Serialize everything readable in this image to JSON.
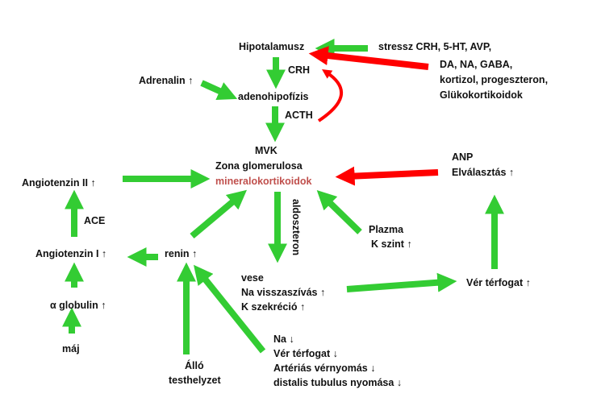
{
  "colors": {
    "stimulate": "#33cc33",
    "inhibit": "#ff0000",
    "highlight": "#c0504d",
    "text": "#111111"
  },
  "nodes": {
    "hipotalamusz": "Hipotalamusz",
    "crh": "CRH",
    "adrenalin": "Adrenalin ↑",
    "adenohipofizis": "adenohipofízis",
    "acth": "ACTH",
    "stressz": "stressz CRH, 5-HT, AVP,",
    "inhibitors": [
      "DA, NA, GABA,",
      "kortizol, progeszteron,",
      "Glükokortikoidok"
    ],
    "mvk": "MVK",
    "zona": "Zona glomerulosa",
    "mineralokortikoidok": "mineralokortikoidok",
    "angiotenzin2": "Angiotenzin II ↑",
    "ace": "ACE",
    "angiotenzin1": "Angiotenzin I ↑",
    "renin": "renin ↑",
    "aldoszteron": "aldoszteron",
    "anp": "ANP",
    "elvalasztas": "Elválasztás ↑",
    "plazma": "Plazma",
    "kszint": "K szint ↑",
    "vese": [
      "vese",
      "Na visszaszívás ↑",
      "K szekréció ↑"
    ],
    "verterfogat": "Vér térfogat ↑",
    "globulin": "α globulin ↑",
    "maj": "máj",
    "allo": [
      "Álló",
      "testhelyzet"
    ],
    "stimuli": [
      "Na ↓",
      "Vér térfogat ↓",
      "Artériás vérnyomás ↓",
      "distalis tubulus nyomása ↓"
    ]
  },
  "edges": [
    {
      "from": "stressz",
      "to": "hipotalamusz",
      "type": "stimulate"
    },
    {
      "from": "inhibitors",
      "to": "hipotalamusz",
      "type": "inhibit"
    },
    {
      "from": "hipotalamusz",
      "to": "adenohipofizis",
      "label": "CRH",
      "type": "stimulate"
    },
    {
      "from": "adrenalin",
      "to": "adenohipofizis",
      "type": "stimulate"
    },
    {
      "from": "adenohipofizis",
      "to": "mvk",
      "label": "ACTH",
      "type": "stimulate"
    },
    {
      "from": "acth",
      "to": "crh",
      "type": "inhibit"
    },
    {
      "from": "angiotenzin2",
      "to": "mineralokortikoidok",
      "type": "stimulate"
    },
    {
      "from": "anp",
      "to": "mineralokortikoidok",
      "type": "inhibit"
    },
    {
      "from": "renin",
      "to": "mineralokortikoidok",
      "type": "stimulate"
    },
    {
      "from": "plazma",
      "to": "mineralokortikoidok",
      "type": "stimulate"
    },
    {
      "from": "mineralokortikoidok",
      "to": "vese",
      "label": "aldoszteron",
      "type": "stimulate"
    },
    {
      "from": "angiotenzin1",
      "to": "angiotenzin2",
      "label": "ACE",
      "type": "stimulate"
    },
    {
      "from": "renin",
      "to": "angiotenzin1",
      "type": "stimulate"
    },
    {
      "from": "globulin",
      "to": "angiotenzin1",
      "type": "stimulate"
    },
    {
      "from": "maj",
      "to": "globulin",
      "type": "stimulate"
    },
    {
      "from": "allo",
      "to": "renin",
      "type": "stimulate"
    },
    {
      "from": "stimuli",
      "to": "renin",
      "type": "stimulate"
    },
    {
      "from": "vese",
      "to": "verterfogat",
      "type": "stimulate"
    },
    {
      "from": "verterfogat",
      "to": "elvalasztas",
      "type": "stimulate"
    }
  ]
}
